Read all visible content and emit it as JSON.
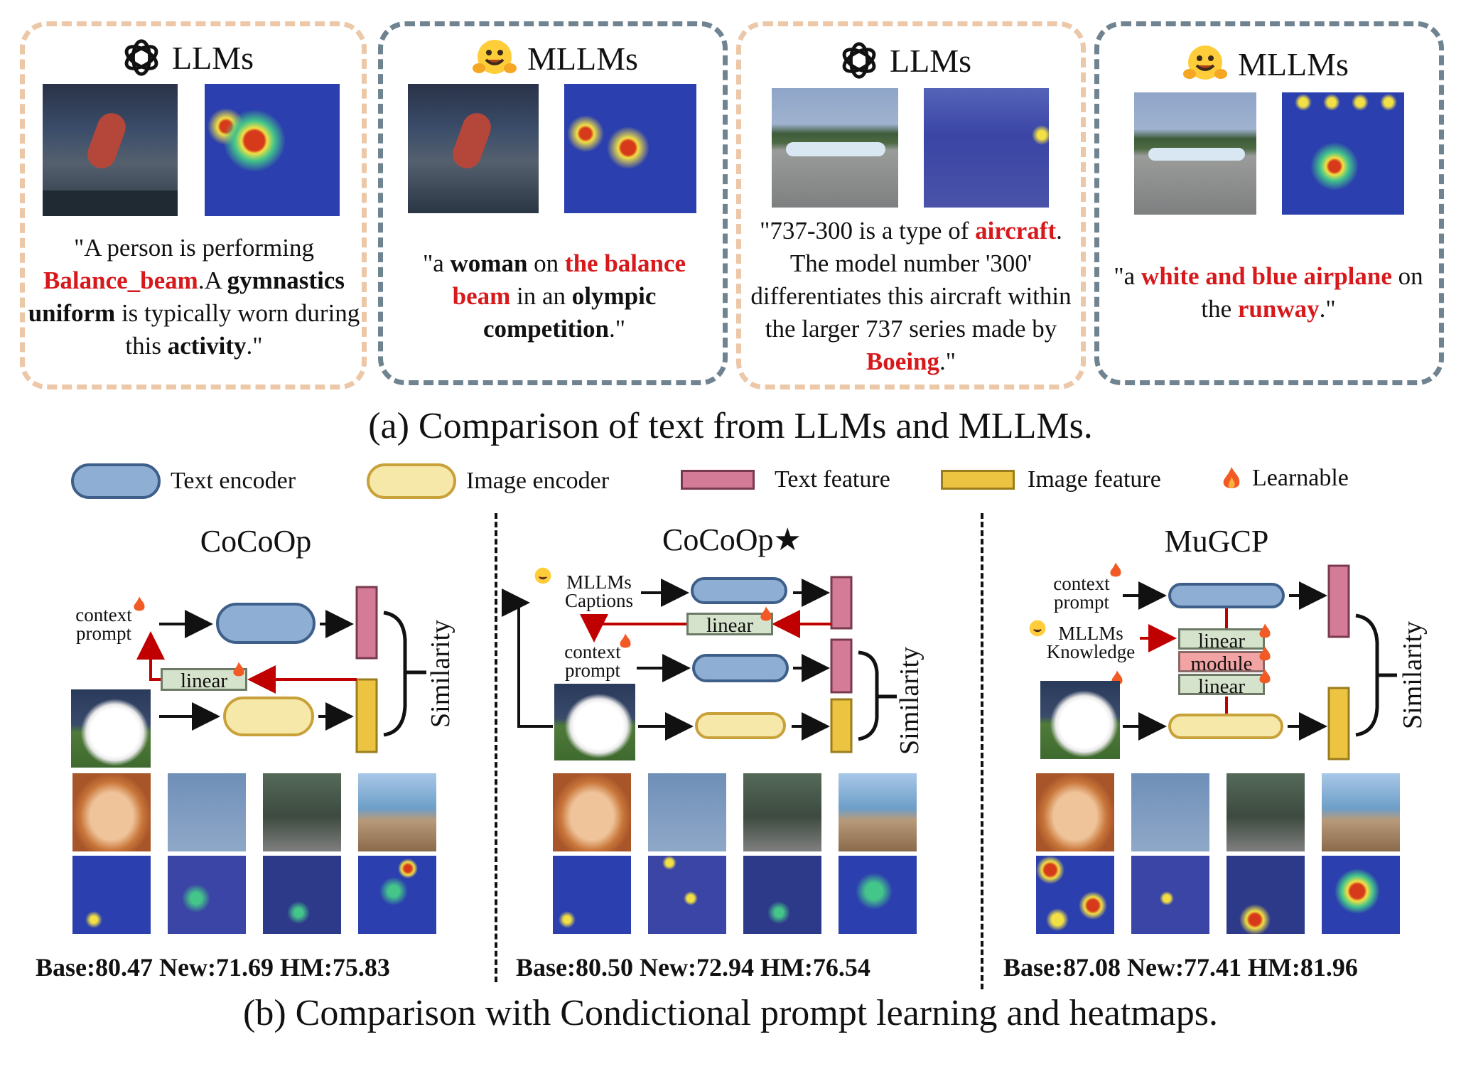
{
  "part_a": {
    "panels": [
      {
        "title": "LLMs",
        "icon": "openai-logo-icon",
        "quote_html": "\"A person is performing <span class='red'>Balance_beam</span>.A <span class='bold'>gymnastics uniform</span> is typically worn during this <span class='bold'>activity</span>.\""
      },
      {
        "title": "MLLMs",
        "icon": "hugging-face-emoji-icon",
        "quote_html": "\"a <span class='bold'>woman</span> on <span class='red'>the balance beam</span> in an <span class='bold'>olympic competition</span>.\""
      },
      {
        "title": "LLMs",
        "icon": "openai-logo-icon",
        "quote_html": "\"737-300 is a type of <span class='red'>aircraft</span>. The model number '300' differentiates this aircraft within the larger 737 series made by <span class='red'>Boeing</span>.\""
      },
      {
        "title": "MLLMs",
        "icon": "hugging-face-emoji-icon",
        "quote_html": "\"a <span class='red'>white and blue airplane</span> on the <span class='red'>runway</span>.\""
      }
    ],
    "caption": "(a) Comparison of text from LLMs and MLLMs."
  },
  "legend": {
    "text_encoder": "Text encoder",
    "image_encoder": "Image encoder",
    "text_feature": "Text feature",
    "image_feature": "Image feature",
    "learnable": "Learnable"
  },
  "part_b": {
    "methods": [
      {
        "title": "CoCoOp",
        "score": "Base:80.47  New:71.69  HM:75.83"
      },
      {
        "title": "CoCoOp★",
        "score": "Base:80.50  New:72.94  HM:76.54"
      },
      {
        "title": "MuGCP",
        "score": "Base:87.08  New:77.41  HM:81.96"
      }
    ],
    "labels": {
      "context": "context",
      "prompt": "prompt",
      "linear": "linear",
      "module": "module",
      "similarity": "Similarity",
      "mllms": "MLLMs",
      "captions": "Captions",
      "knowledge": "Knowledge"
    },
    "caption": "(b) Comparison with Condictional prompt learning and heatmaps."
  },
  "colors": {
    "text_encoder_fill": "#8faed3",
    "text_encoder_border": "#3e5f8a",
    "image_encoder_fill": "#f6e8a8",
    "image_encoder_border": "#c9a13a",
    "text_feature": "#d47b98",
    "image_feature": "#edc442",
    "arrow_red": "#c00000",
    "llm_border": "#ecc7a8",
    "mllm_border": "#6f8391"
  }
}
